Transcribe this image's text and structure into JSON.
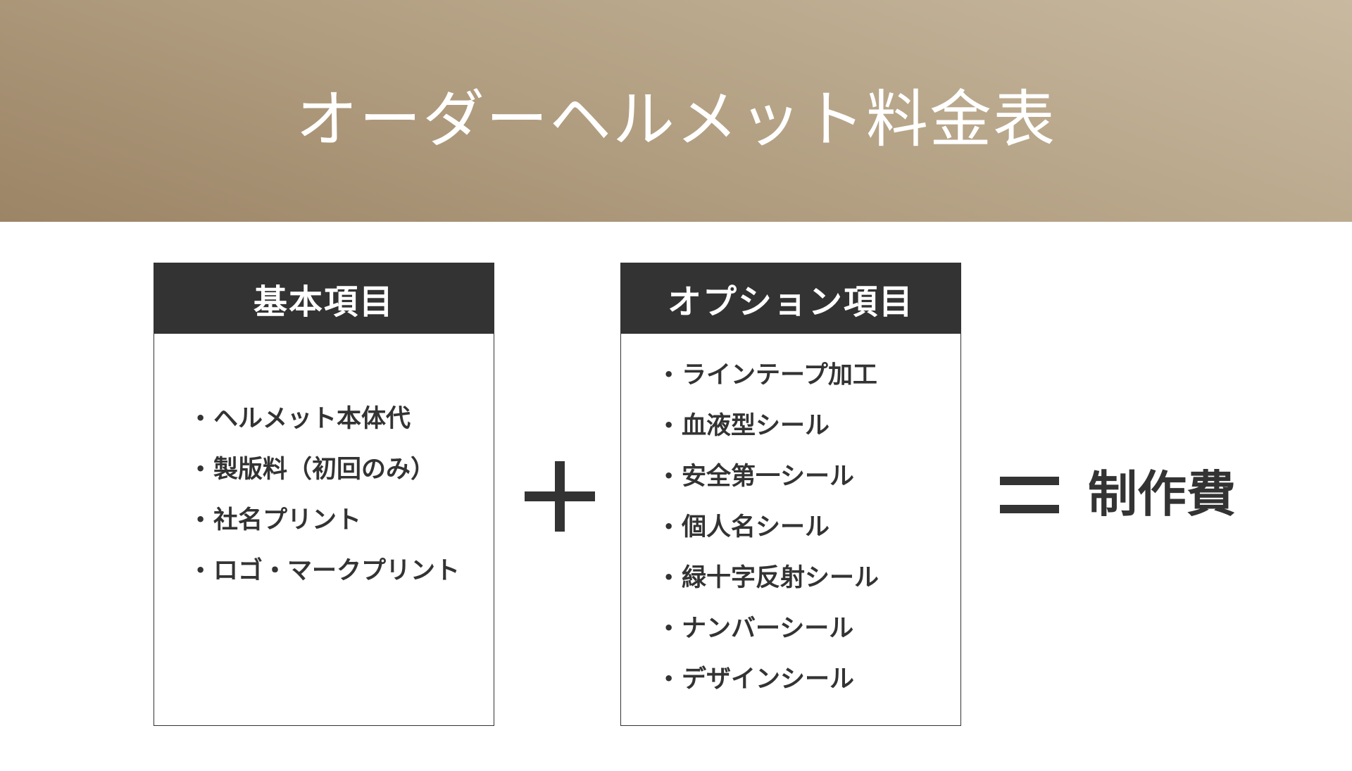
{
  "banner": {
    "title": "オーダーヘルメット料金表"
  },
  "basic": {
    "header": "基本項目",
    "items": [
      "ヘルメット本体代",
      "製版料（初回のみ）",
      "社名プリント",
      "ロゴ・マークプリント"
    ]
  },
  "option": {
    "header": "オプション項目",
    "items": [
      "ラインテープ加工",
      "血液型シール",
      "安全第一シール",
      "個人名シール",
      "緑十字反射シール",
      "ナンバーシール",
      "デザインシール"
    ]
  },
  "operators": {
    "plus_icon": "plus-icon",
    "equals_icon": "equals-icon"
  },
  "result": {
    "label": "制作費"
  },
  "colors": {
    "dark": "#333333",
    "banner_gold": "#b4a184"
  }
}
